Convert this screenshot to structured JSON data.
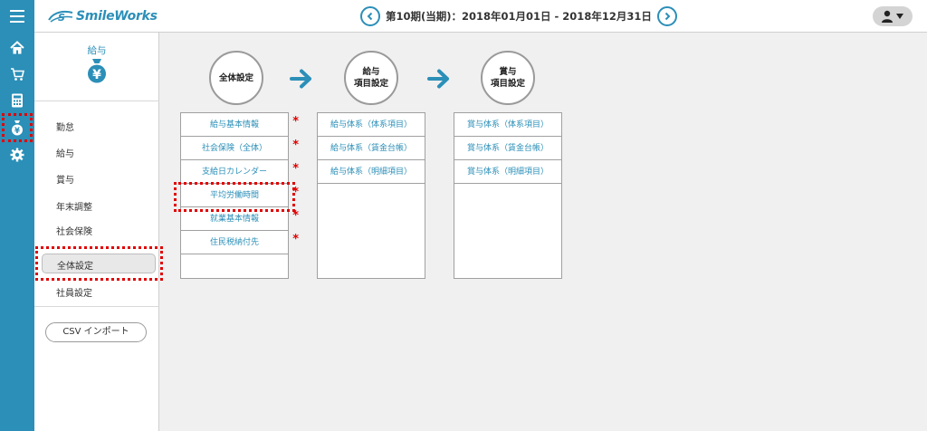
{
  "header": {
    "brand": "SmileWorks",
    "period": "第10期(当期)：2018年01月01日 - 2018年12月31日"
  },
  "sidebar": {
    "icons": [
      "home-icon",
      "cart-icon",
      "calculator-icon",
      "money-bag-icon",
      "gear-icon"
    ],
    "active_icon": "money-bag-icon"
  },
  "submenu": {
    "title": "給与",
    "items": [
      {
        "label": "勤怠"
      },
      {
        "label": "給与"
      },
      {
        "label": "賞与"
      },
      {
        "label": "年末調整"
      },
      {
        "label": "社会保険"
      },
      {
        "label": "全体設定"
      },
      {
        "label": "社員設定"
      }
    ],
    "active": "全体設定",
    "csv_button": "CSV インポート"
  },
  "steps": [
    {
      "label_line1": "全体設定",
      "label_line2": ""
    },
    {
      "label_line1": "給与",
      "label_line2": "項目設定"
    },
    {
      "label_line1": "賞与",
      "label_line2": "項目設定"
    }
  ],
  "panels": {
    "general": [
      {
        "label": "給与基本情報",
        "required": true
      },
      {
        "label": "社会保険（全体）",
        "required": true
      },
      {
        "label": "支給日カレンダー",
        "required": true
      },
      {
        "label": "平均労働時間",
        "required": true
      },
      {
        "label": "就業基本情報",
        "required": true
      },
      {
        "label": "住民税納付先",
        "required": true
      }
    ],
    "salary": [
      {
        "label": "給与体系（体系項目）"
      },
      {
        "label": "給与体系（賃金台帳）"
      },
      {
        "label": "給与体系（明細項目）"
      }
    ],
    "bonus": [
      {
        "label": "賞与体系（体系項目）"
      },
      {
        "label": "賞与体系（賃金台帳）"
      },
      {
        "label": "賞与体系（明細項目）"
      }
    ],
    "required_mark": "*"
  },
  "colors": {
    "accent": "#2b8fb8",
    "highlight": "#e00000",
    "required": "#e00000"
  }
}
